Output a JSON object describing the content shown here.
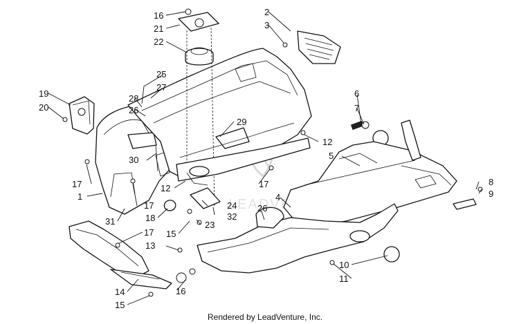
{
  "footer": "Rendered by LeadVenture, Inc.",
  "watermark": "LEADVENTURE",
  "callouts": [
    "16",
    "21",
    "22",
    "2",
    "3",
    "25",
    "27",
    "28",
    "26",
    "19",
    "20",
    "29",
    "30",
    "6",
    "7",
    "12",
    "5",
    "17",
    "12",
    "17",
    "1",
    "17",
    "18",
    "31",
    "24",
    "26",
    "4",
    "23",
    "32",
    "15",
    "17",
    "13",
    "8",
    "9",
    "10",
    "11",
    "14",
    "16",
    "15"
  ]
}
